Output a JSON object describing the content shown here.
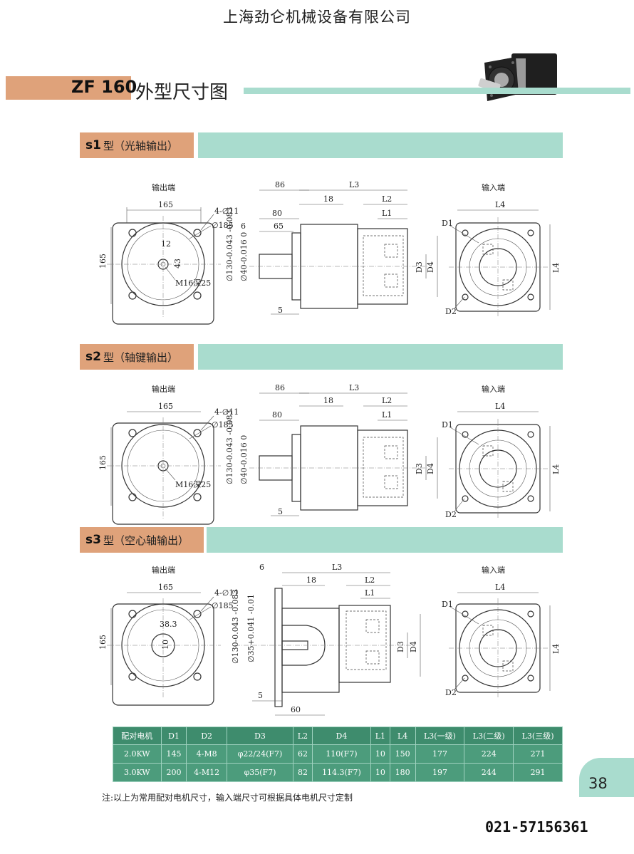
{
  "header": {
    "company": "上海劲仑机械设备有限公司"
  },
  "title": {
    "model": "ZF 160",
    "text": "外型尺寸图"
  },
  "sections": [
    {
      "code": "s1",
      "name": "型（光轴输出）"
    },
    {
      "code": "s2",
      "name": "型（轴键输出）"
    },
    {
      "code": "s3",
      "name": "型（空心轴输出）"
    }
  ],
  "views": {
    "output": "输出端",
    "input": "输入端"
  },
  "dims": {
    "d165": "165",
    "d4_11": "4-∅11",
    "d185": "∅185",
    "d12": "12",
    "d43": "43",
    "m16": "M16深25",
    "d86": "86",
    "d80": "80",
    "d65": "65",
    "d6": "6",
    "d5": "5",
    "d18": "18",
    "L1": "L1",
    "L2": "L2",
    "L3": "L3",
    "L4": "L4",
    "D1": "D1",
    "D2": "D2",
    "D3": "D3",
    "D4": "D4",
    "phi130": "∅130-0.043 -0.083",
    "phi40": "∅40-0.016 0",
    "phi35": "∅35+0.041 -0.01",
    "d38_3": "38.3",
    "d10": "10",
    "d60": "60"
  },
  "table": {
    "headers": [
      "配对电机",
      "D1",
      "D2",
      "D3",
      "L2",
      "D4",
      "L1",
      "L4",
      "L3(一级)",
      "L3(二级)",
      "L3(三级)"
    ],
    "rows": [
      [
        "2.0KW",
        "145",
        "4-M8",
        "φ22/24(F7)",
        "62",
        "110(F7)",
        "10",
        "150",
        "177",
        "224",
        "271"
      ],
      [
        "3.0KW",
        "200",
        "4-M12",
        "φ35(F7)",
        "82",
        "114.3(F7)",
        "10",
        "180",
        "197",
        "244",
        "291"
      ]
    ]
  },
  "page_number": "38",
  "note": "注:以上为常用配对电机尺寸，输入端尺寸可根据具体电机尺寸定制",
  "phone": "021-57156361"
}
